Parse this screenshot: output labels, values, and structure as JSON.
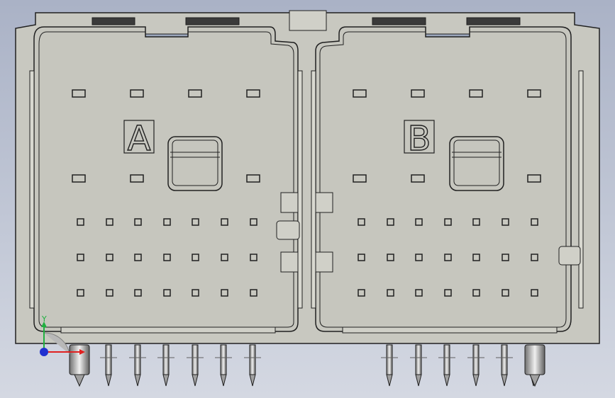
{
  "viewport": {
    "background_top": "#aab2c6",
    "background_bottom": "#d4d8e2"
  },
  "model": {
    "body_color": "#c8c8c0",
    "edge_color": "#202020",
    "clip_color": "#9aa6bb",
    "cavities": [
      {
        "id": "a",
        "label": "A"
      },
      {
        "id": "b",
        "label": "B"
      }
    ]
  },
  "triad": {
    "y_label": "Y",
    "x_color": "#e02020",
    "y_color": "#20b040",
    "z_color": "#2030d0"
  }
}
